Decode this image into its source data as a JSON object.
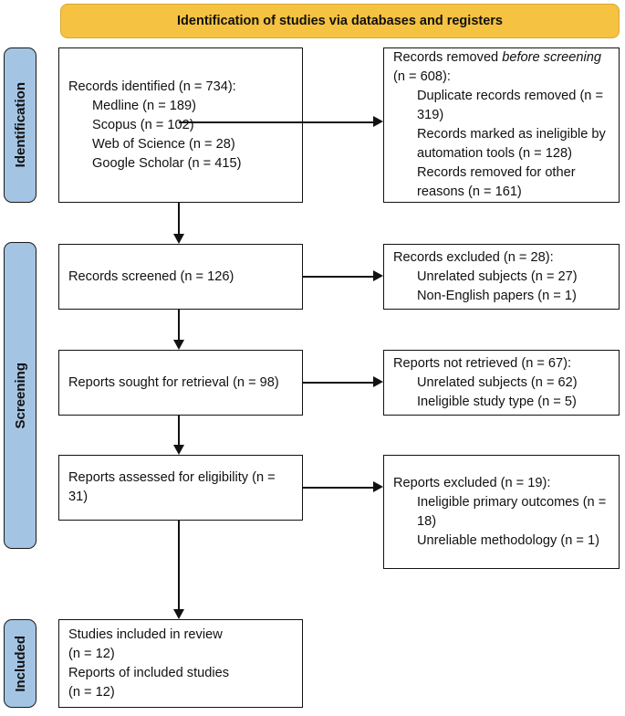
{
  "banner": {
    "title": "Identification of studies via databases and registers"
  },
  "stages": [
    {
      "name": "identification",
      "label": "Identification"
    },
    {
      "name": "screening",
      "label": "Screening"
    },
    {
      "name": "included",
      "label": "Included"
    }
  ],
  "boxes": {
    "records_identified": {
      "lines": [
        {
          "text": "Records identified (n = 734):",
          "indent": false
        },
        {
          "text": "Medline (n = 189)",
          "indent": true
        },
        {
          "text": "Scopus (n = 102)",
          "indent": true
        },
        {
          "text": "Web of Science (n = 28)",
          "indent": true
        },
        {
          "text": "Google Scholar (n = 415)",
          "indent": true
        }
      ]
    },
    "records_removed": {
      "lead": "Records removed ",
      "lead_italic": "before screening",
      "lead_tail": " (n = 608):",
      "lines": [
        {
          "text": "Duplicate records removed (n = 319)",
          "indent": true
        },
        {
          "text": "Records marked as ineligible by automation tools (n = 128)",
          "indent": true
        },
        {
          "text": "Records removed for other reasons (n = 161)",
          "indent": true
        }
      ]
    },
    "records_screened": {
      "lines": [
        {
          "text": "Records screened (n = 126)",
          "indent": false
        }
      ]
    },
    "records_excluded": {
      "lines": [
        {
          "text": "Records excluded (n = 28):",
          "indent": false
        },
        {
          "text": "Unrelated subjects (n = 27)",
          "indent": true
        },
        {
          "text": "Non-English papers (n = 1)",
          "indent": true
        }
      ]
    },
    "reports_sought": {
      "lines": [
        {
          "text": "Reports sought for retrieval (n = 98)",
          "indent": false
        }
      ]
    },
    "reports_not_retrieved": {
      "lines": [
        {
          "text": "Reports not retrieved (n = 67):",
          "indent": false
        },
        {
          "text": "Unrelated subjects (n = 62)",
          "indent": true
        },
        {
          "text": "Ineligible study type (n = 5)",
          "indent": true
        }
      ]
    },
    "reports_assessed": {
      "lines": [
        {
          "text": "Reports assessed for eligibility (n = 31)",
          "indent": false
        }
      ]
    },
    "reports_excluded": {
      "lines": [
        {
          "text": "Reports excluded (n = 19):",
          "indent": false
        },
        {
          "text": "Ineligible primary outcomes (n = 18)",
          "indent": true
        },
        {
          "text": "Unreliable methodology (n = 1)",
          "indent": true
        }
      ]
    },
    "studies_included": {
      "lines": [
        {
          "text": "Studies included in review",
          "indent": false
        },
        {
          "text": "(n = 12)",
          "indent": false
        },
        {
          "text": "Reports of included studies",
          "indent": false
        },
        {
          "text": "(n = 12)",
          "indent": false
        }
      ]
    }
  },
  "colors": {
    "banner_fill": "#f5c242",
    "stage_fill": "#a4c4e4",
    "border": "#121212"
  }
}
